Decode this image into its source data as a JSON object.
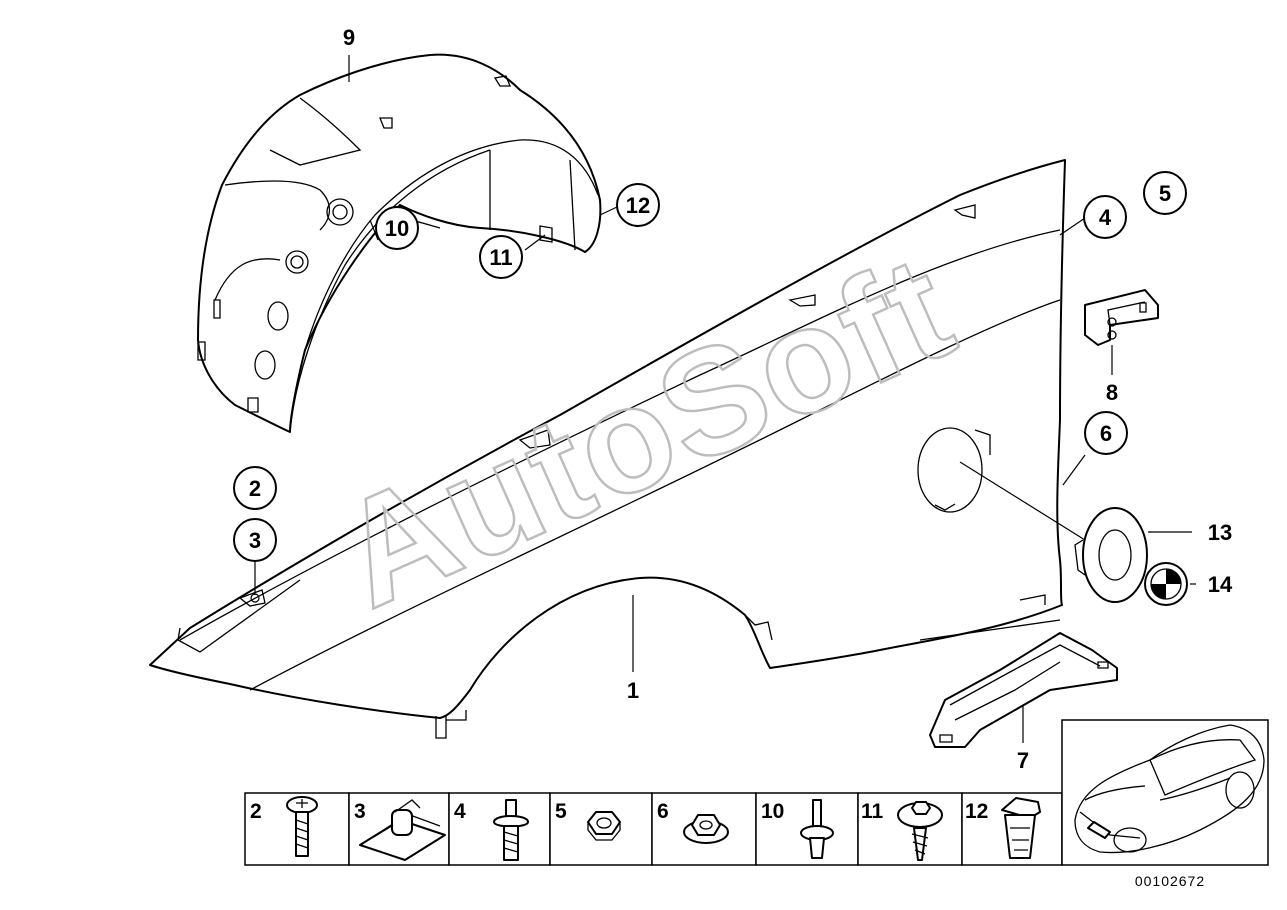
{
  "watermark": "AutoSoft",
  "callouts": [
    {
      "id": "1",
      "label": "1"
    },
    {
      "id": "2",
      "label": "2"
    },
    {
      "id": "3",
      "label": "3"
    },
    {
      "id": "4",
      "label": "4"
    },
    {
      "id": "5",
      "label": "5"
    },
    {
      "id": "6",
      "label": "6"
    },
    {
      "id": "7",
      "label": "7"
    },
    {
      "id": "8",
      "label": "8"
    },
    {
      "id": "9",
      "label": "9"
    },
    {
      "id": "10",
      "label": "10"
    },
    {
      "id": "11",
      "label": "11"
    },
    {
      "id": "12",
      "label": "12"
    },
    {
      "id": "13",
      "label": "13"
    },
    {
      "id": "14",
      "label": "14"
    }
  ],
  "hardware_strip": [
    "2",
    "3",
    "4",
    "5",
    "6",
    "10",
    "11",
    "12"
  ],
  "reference_number": "00102672"
}
